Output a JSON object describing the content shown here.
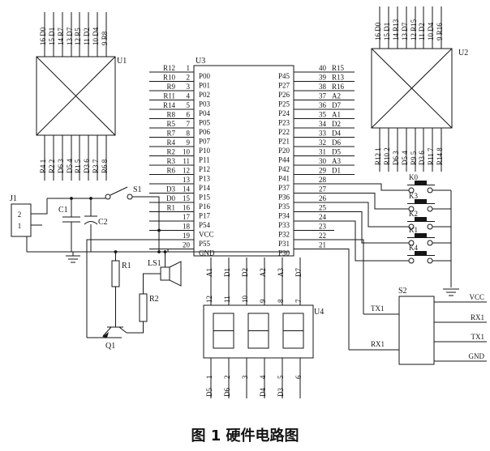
{
  "caption": "图 1  硬件电路图",
  "u1": {
    "label": "U1",
    "top_pins": [
      {
        "num": "16",
        "name": "D0"
      },
      {
        "num": "15",
        "name": "D1"
      },
      {
        "num": "14",
        "name": "R7"
      },
      {
        "num": "13",
        "name": "D7"
      },
      {
        "num": "12",
        "name": "R5"
      },
      {
        "num": "11",
        "name": "D2"
      },
      {
        "num": "10",
        "name": "D4"
      },
      {
        "num": "9",
        "name": "R8"
      }
    ],
    "bottom_pins": [
      {
        "num": "1",
        "name": "R4"
      },
      {
        "num": "2",
        "name": "R2"
      },
      {
        "num": "3",
        "name": "D6"
      },
      {
        "num": "4",
        "name": "D5"
      },
      {
        "num": "5",
        "name": "R1"
      },
      {
        "num": "6",
        "name": "D3"
      },
      {
        "num": "7",
        "name": "R3"
      },
      {
        "num": "8",
        "name": "R6"
      }
    ]
  },
  "u2": {
    "label": "U2",
    "top_pins": [
      {
        "num": "16",
        "name": "D0"
      },
      {
        "num": "15",
        "name": "D1"
      },
      {
        "num": "14",
        "name": "R13"
      },
      {
        "num": "13",
        "name": "D7"
      },
      {
        "num": "12",
        "name": "R15"
      },
      {
        "num": "11",
        "name": "D2"
      },
      {
        "num": "10",
        "name": "D4"
      },
      {
        "num": "9",
        "name": "R16"
      }
    ],
    "bottom_pins": [
      {
        "num": "1",
        "name": "R12"
      },
      {
        "num": "2",
        "name": "R10"
      },
      {
        "num": "3",
        "name": "D6"
      },
      {
        "num": "4",
        "name": "D5"
      },
      {
        "num": "5",
        "name": "R9"
      },
      {
        "num": "6",
        "name": "D3"
      },
      {
        "num": "7",
        "name": "R11"
      },
      {
        "num": "8",
        "name": "R14"
      }
    ]
  },
  "u3": {
    "label": "U3",
    "left_pins": [
      {
        "num": "1",
        "name": "R12",
        "inner": "P00"
      },
      {
        "num": "2",
        "name": "R10",
        "inner": "P01"
      },
      {
        "num": "3",
        "name": "R9",
        "inner": "P02"
      },
      {
        "num": "4",
        "name": "R11",
        "inner": "P03"
      },
      {
        "num": "5",
        "name": "R14",
        "inner": "P04"
      },
      {
        "num": "6",
        "name": "R8",
        "inner": "P05"
      },
      {
        "num": "7",
        "name": "R5",
        "inner": "P06"
      },
      {
        "num": "8",
        "name": "R7",
        "inner": "P07"
      },
      {
        "num": "9",
        "name": "R4",
        "inner": "P10"
      },
      {
        "num": "10",
        "name": "R2",
        "inner": "P11"
      },
      {
        "num": "11",
        "name": "R3",
        "inner": "P12"
      },
      {
        "num": "12",
        "name": "R6",
        "inner": "P13"
      },
      {
        "num": "13",
        "name": "",
        "inner": "P14"
      },
      {
        "num": "14",
        "name": "D3",
        "inner": "P15"
      },
      {
        "num": "15",
        "name": "D0",
        "inner": "P16"
      },
      {
        "num": "16",
        "name": "R1",
        "inner": "P17"
      },
      {
        "num": "17",
        "name": "",
        "inner": "P54"
      },
      {
        "num": "18",
        "name": "",
        "inner": "VCC"
      },
      {
        "num": "19",
        "name": "",
        "inner": "P55"
      },
      {
        "num": "20",
        "name": "",
        "inner": "GND"
      }
    ],
    "right_pins": [
      {
        "num": "40",
        "name": "R15",
        "inner": "P45"
      },
      {
        "num": "39",
        "name": "R13",
        "inner": "P27"
      },
      {
        "num": "38",
        "name": "R16",
        "inner": "P26"
      },
      {
        "num": "37",
        "name": "A2",
        "inner": "P25"
      },
      {
        "num": "36",
        "name": "D7",
        "inner": "P24"
      },
      {
        "num": "35",
        "name": "A1",
        "inner": "P23"
      },
      {
        "num": "34",
        "name": "D2",
        "inner": "P22"
      },
      {
        "num": "33",
        "name": "D4",
        "inner": "P21"
      },
      {
        "num": "32",
        "name": "D6",
        "inner": "P20"
      },
      {
        "num": "31",
        "name": "D5",
        "inner": "P44"
      },
      {
        "num": "30",
        "name": "A3",
        "inner": "P42"
      },
      {
        "num": "29",
        "name": "D1",
        "inner": "P41"
      },
      {
        "num": "28",
        "name": "",
        "inner": "P37"
      },
      {
        "num": "27",
        "name": "",
        "inner": "P36"
      },
      {
        "num": "26",
        "name": "",
        "inner": "P35"
      },
      {
        "num": "25",
        "name": "",
        "inner": "P34"
      },
      {
        "num": "24",
        "name": "",
        "inner": "P33"
      },
      {
        "num": "23",
        "name": "",
        "inner": "P32"
      },
      {
        "num": "22",
        "name": "",
        "inner": "P31"
      },
      {
        "num": "21",
        "name": "",
        "inner": "P30"
      }
    ]
  },
  "u4": {
    "label": "U4",
    "top_pins": [
      {
        "num": "12",
        "name": "A1"
      },
      {
        "num": "11",
        "name": "D1"
      },
      {
        "num": "10",
        "name": "D2"
      },
      {
        "num": "9",
        "name": "A2"
      },
      {
        "num": "8",
        "name": "A3"
      },
      {
        "num": "7",
        "name": "D7"
      }
    ],
    "bottom_pins": [
      {
        "num": "1",
        "name": "D5"
      },
      {
        "num": "2",
        "name": "D6"
      },
      {
        "num": "3",
        "name": ""
      },
      {
        "num": "4",
        "name": "D4"
      },
      {
        "num": "5",
        "name": "D3"
      },
      {
        "num": "6",
        "name": ""
      }
    ]
  },
  "j1": {
    "label": "J1",
    "pin_top": "2",
    "pin_bottom": "1"
  },
  "s1": {
    "label": "S1"
  },
  "components": {
    "c1": "C1",
    "c2": "C2",
    "r1": "R1",
    "r2": "R2",
    "q1": "Q1",
    "ls1": "LS1"
  },
  "buttons": [
    {
      "label": "K0"
    },
    {
      "label": "K3"
    },
    {
      "label": "K2"
    },
    {
      "label": "K1"
    },
    {
      "label": "K4"
    }
  ],
  "s2": {
    "label": "S2",
    "left_pins": [
      {
        "label": "TX1"
      },
      {
        "label": "RX1"
      }
    ],
    "right_pins": [
      {
        "label": "VCC"
      },
      {
        "label": "RX1"
      },
      {
        "label": "TX1"
      },
      {
        "label": "GND"
      }
    ]
  }
}
